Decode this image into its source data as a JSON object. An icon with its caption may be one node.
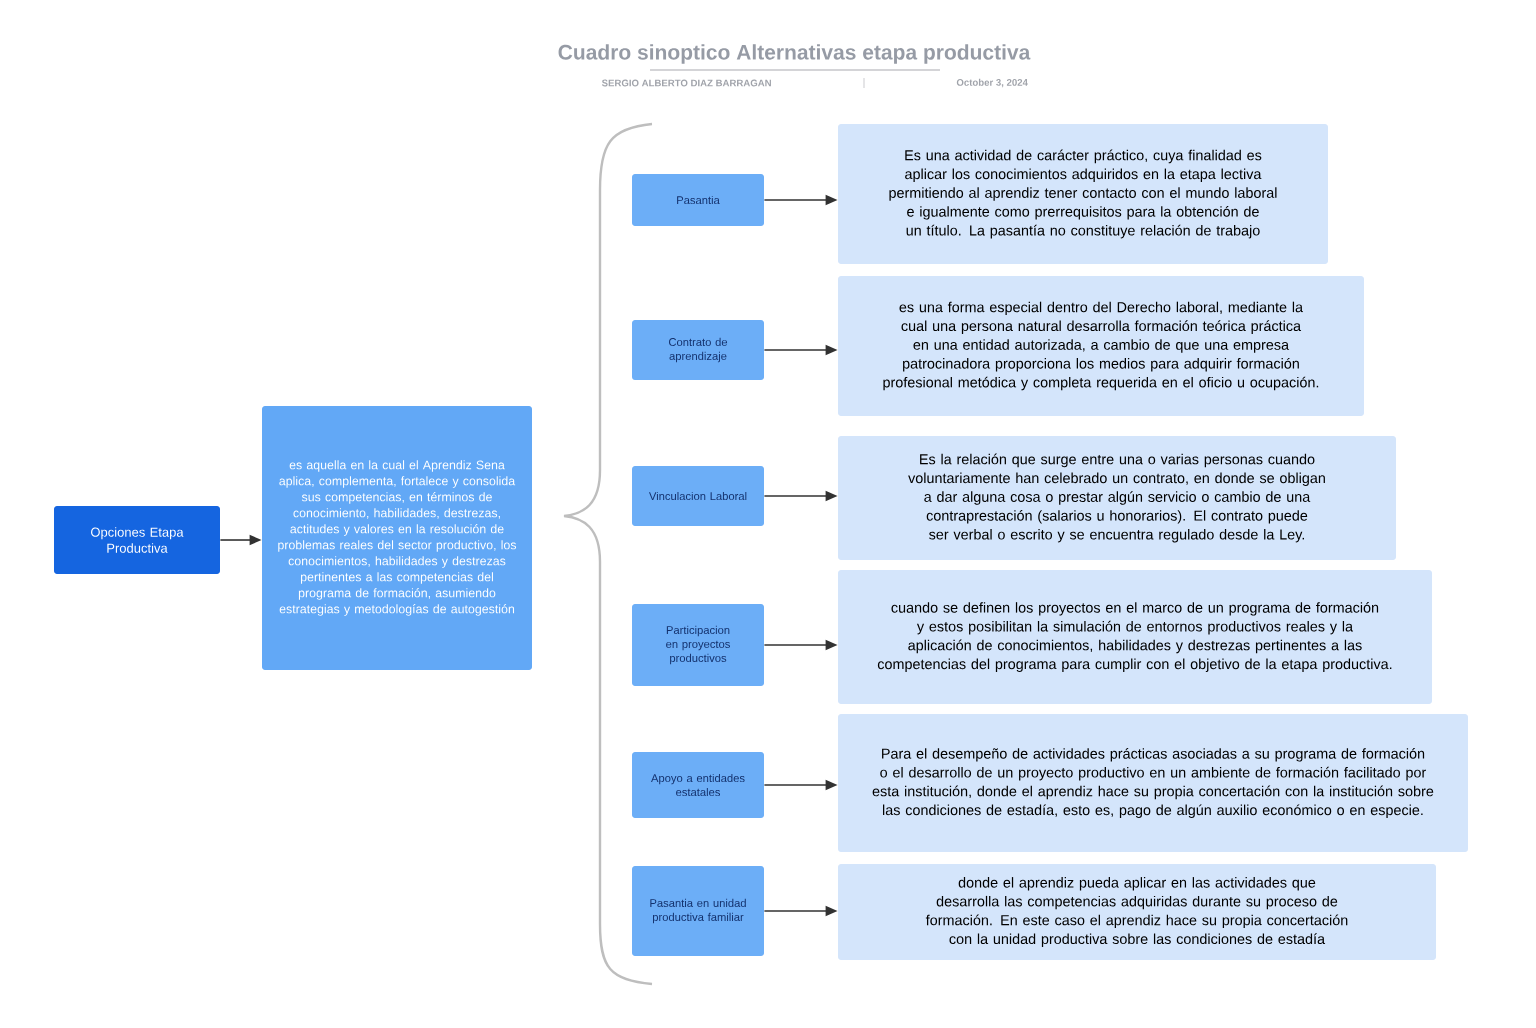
{
  "diagram": {
    "title": "Cuadro sinoptico Alternativas etapa productiva",
    "nodes": [
      {
        "text": [
          "Opciones Etapa Productiva"
        ]
      },
      {
        "text": [
          "es aquella en la cual el Aprendiz Sena aplica, complementa, fortalece y consolida sus competencias, en términos de conocimiento, habilidades, destrezas, actitudes y valores en la resolución de problemas reales del sector productivo, los conocimientos, habilidades y destrezas pertinentes a las competencias del programa de formación, asumiendo estrategias y metodologías de autogestión"
        ]
      },
      {
        "text": [
          "Pasantia"
        ]
      },
      {
        "text": [
          "Es una actividad de carácter práctico, cuya finalidad es aplicar los conocimientos adquiridos en la etapa lectiva permitiendo al aprendiz tener contacto con el mundo laboral e igualmente como prerrequisitos para la obtención de un título. La pasantía no constituye relación de trabajo"
        ]
      },
      {
        "text": [
          "Contrato de aprendizaje"
        ]
      },
      {
        "text": [
          "es una forma especial dentro del Derecho laboral, mediante la cual una persona natural desarrolla formación teórica práctica en una entidad autorizada, a cambio de que una empresa patrocinadora proporciona los medios para adquirir formación profesional metódica y completa requerida en el oficio u ocupación."
        ]
      },
      {
        "text": [
          "Vinculacion Laboral"
        ]
      },
      {
        "text": [
          "Es la relación que surge entre una o varias personas cuando voluntariamente han celebrado un contrato, en donde se obligan a dar alguna cosa o prestar algún servicio o cambio de una contraprestación (salarios u honorarios). El contrato puede ser verbal o escrito y se encuentra regulado desde la Ley."
        ]
      },
      {
        "text": [
          "Participacion en proyectos productivos"
        ]
      },
      {
        "text": [
          "cuando se definen los proyectos en el marco de un programa de formación y estos posibilitan la simulación de entornos productivos reales y la aplicación de conocimientos, habilidades y destrezas pertinentes a las competencias del programa para cumplir con el objetivo de la etapa productiva."
        ]
      },
      {
        "text": [
          "Apoyo a entidades estatales"
        ]
      },
      {
        "text": [
          "Para el desempeño de actividades prácticas asociadas a su programa de formación o el desarrollo de un proyecto productivo en un ambiente de formación facilitado por esta institución, donde el aprendiz hace su propia concertación con la institución sobre las condiciones de estadía, esto es, pago de algún auxilio económico o en especie."
        ]
      },
      {
        "text": [
          "Pasantia en unidad productiva familiar"
        ]
      },
      {
        "text": [
          "donde el aprendiz pueda aplicar en las actividades que desarrolla las competencias adquiridas durante su proceso de formación. En este caso el aprendiz hace su propia concertación con la unidad productiva sobre las condiciones de estadía"
        ]
      }
    ],
    "edges": [
      {
        "from": 0,
        "to": 1,
        "arrow": "to"
      },
      {
        "from": 2,
        "to": 3,
        "arrow": "to"
      },
      {
        "from": 4,
        "to": 5,
        "arrow": "to"
      },
      {
        "from": 6,
        "to": 7,
        "arrow": "to"
      },
      {
        "from": 8,
        "to": 9,
        "arrow": "to"
      },
      {
        "from": 10,
        "to": 11,
        "arrow": "to"
      },
      {
        "from": 12,
        "to": 13,
        "arrow": "to"
      }
    ],
    "labels": [
      "SERGIO ALBERTO DIAZ BARRAGAN",
      "October 3, 2024"
    ]
  }
}
